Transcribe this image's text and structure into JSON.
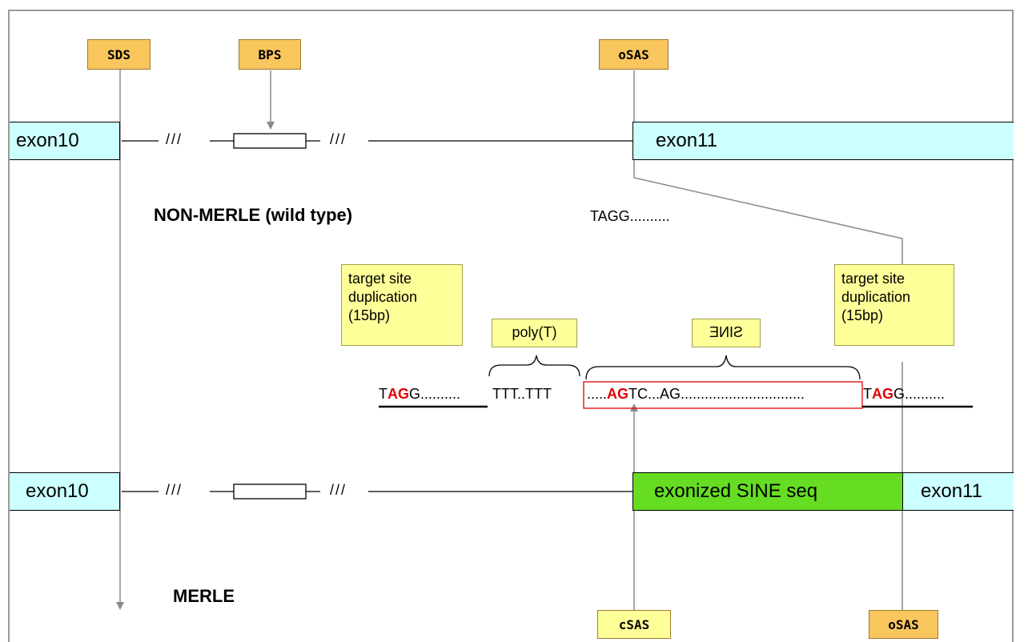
{
  "sites": {
    "sds": "SDS",
    "bps": "BPS",
    "osas_top": "oSAS",
    "csas": "cSAS",
    "osas_bottom": "oSAS"
  },
  "top": {
    "exon_left": "exon10",
    "exon_right": "exon11",
    "break_1": "///",
    "break_2": "///",
    "label": "NON-MERLE (wild type)",
    "tagg": "TAGG.........."
  },
  "middle": {
    "tsd_left": "target site\nduplication\n(15bp)",
    "tsd_right": "target site\nduplication\n(15bp)",
    "polyt": "poly(T)",
    "sine": "SINE",
    "seq_left_t": "T",
    "seq_left_ag": "AG",
    "seq_left_rest": "G..........",
    "seq_ttt": "TTT..TTT",
    "seq_sine_dots": ".....",
    "seq_sine_ag": "AG",
    "seq_sine_rest": "TC...AG...............................",
    "seq_right_t": "T",
    "seq_right_ag": "AG",
    "seq_right_rest": "G.........."
  },
  "bottom": {
    "exon_left": "exon10",
    "sine_exon": "exonized SINE seq",
    "exon_right": "exon11",
    "break_1": "///",
    "break_2": "///",
    "label": "MERLE"
  },
  "colors": {
    "exon": "#ccffff",
    "sine_exon": "#66dd22",
    "site_orange": "#f9c55d",
    "site_yellow": "#ffff99",
    "red": "#e00000"
  }
}
